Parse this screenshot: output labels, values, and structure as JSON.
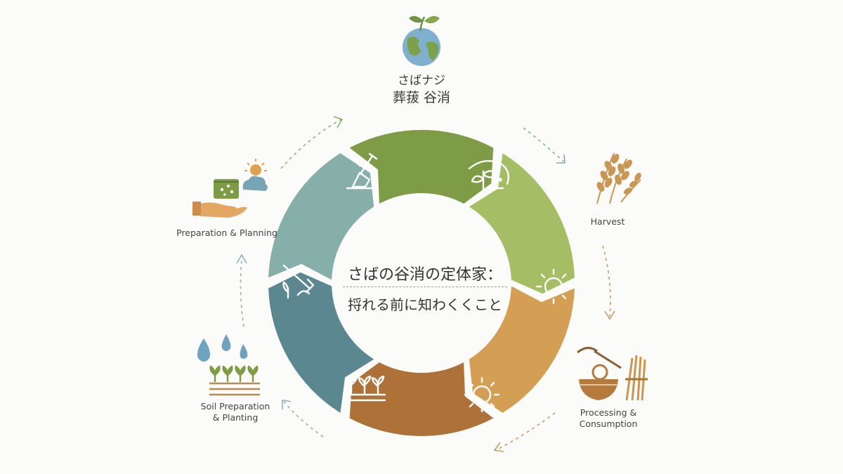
{
  "top": {
    "line1": "さばナジ",
    "line2": "葬菝 谷消",
    "icon": "globe-with-sprout-icon"
  },
  "center": {
    "line1": "さばの谷消の定体家：",
    "line2": "捋れる前に知わくくこと"
  },
  "stages": [
    {
      "id": "preparation",
      "label": "Preparation & Planning",
      "icon": "hand-holding-soil-icon",
      "color": "#7b9c45"
    },
    {
      "id": "harvest",
      "label": "Harvest",
      "icon": "wheat-stalks-icon",
      "color": "#b38040"
    },
    {
      "id": "processing",
      "label_line1": "Processing &",
      "label_line2": "Consumption",
      "icon": "noodle-bowl-and-sickle-icon",
      "color": "#b07636"
    },
    {
      "id": "soil",
      "label_line1": "Soil Preparation",
      "label_line2": "& Planting",
      "icon": "water-drops-and-seedlings-icon",
      "color": "#5f8fa5"
    }
  ],
  "ring_segments": [
    {
      "name": "segment-shovel",
      "icon": "shovel-icon",
      "color": "#7d9c45"
    },
    {
      "name": "segment-plant",
      "icon": "plant-growth-icon",
      "color": "#a5bd64"
    },
    {
      "name": "segment-sun-upper",
      "icon": "sun-icon",
      "color": "#d49e55"
    },
    {
      "name": "segment-sun-lower",
      "icon": "sun-icon",
      "color": "#ae7238"
    },
    {
      "name": "segment-seedlings",
      "icon": "seedlings-icon",
      "color": "#5b8791"
    },
    {
      "name": "segment-hoe",
      "icon": "hoe-icon",
      "color": "#86afaa"
    }
  ]
}
